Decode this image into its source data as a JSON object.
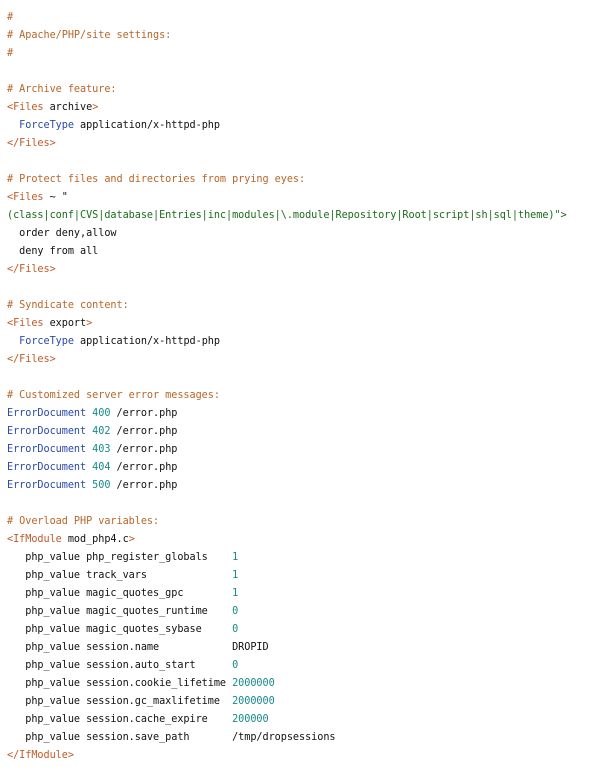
{
  "colors": {
    "comment": "#b8662a",
    "tag": "#c05a28",
    "string": "#1b6b1b",
    "directive": "#2a4aa8",
    "number": "#178a8a",
    "text": "#111111"
  },
  "lines": [
    [
      {
        "t": "#",
        "c": "c"
      }
    ],
    [
      {
        "t": "# Apache/PHP/site settings:",
        "c": "c"
      }
    ],
    [
      {
        "t": "#",
        "c": "c"
      }
    ],
    [],
    [
      {
        "t": "# Archive feature:",
        "c": "c"
      }
    ],
    [
      {
        "t": "<Files",
        "c": "t"
      },
      {
        "t": " archive",
        "c": "p"
      },
      {
        "t": ">",
        "c": "t"
      }
    ],
    [
      {
        "t": "  ",
        "c": "p"
      },
      {
        "t": "ForceType",
        "c": "d"
      },
      {
        "t": " application/x-httpd-php",
        "c": "p"
      }
    ],
    [
      {
        "t": "</Files>",
        "c": "t"
      }
    ],
    [],
    [
      {
        "t": "# Protect files and directories from prying eyes:",
        "c": "c"
      }
    ],
    [
      {
        "t": "<Files",
        "c": "t"
      },
      {
        "t": " ~ \"",
        "c": "p"
      }
    ],
    [
      {
        "t": "(class|conf|CVS|database|Entries|inc|modules|\\.module|Repository|Root|script|sh|sql|theme)\">",
        "c": "s"
      }
    ],
    [
      {
        "t": "  order deny,allow",
        "c": "p"
      }
    ],
    [
      {
        "t": "  deny from all",
        "c": "p"
      }
    ],
    [
      {
        "t": "</Files>",
        "c": "t"
      }
    ],
    [],
    [
      {
        "t": "# Syndicate content:",
        "c": "c"
      }
    ],
    [
      {
        "t": "<Files",
        "c": "t"
      },
      {
        "t": " export",
        "c": "p"
      },
      {
        "t": ">",
        "c": "t"
      }
    ],
    [
      {
        "t": "  ",
        "c": "p"
      },
      {
        "t": "ForceType",
        "c": "d"
      },
      {
        "t": " application/x-httpd-php",
        "c": "p"
      }
    ],
    [
      {
        "t": "</Files>",
        "c": "t"
      }
    ],
    [],
    [
      {
        "t": "# Customized server error messages:",
        "c": "c"
      }
    ],
    [
      {
        "t": "ErrorDocument",
        "c": "d"
      },
      {
        "t": " 400",
        "c": "n"
      },
      {
        "t": " /error.php",
        "c": "p"
      }
    ],
    [
      {
        "t": "ErrorDocument",
        "c": "d"
      },
      {
        "t": " 402",
        "c": "n"
      },
      {
        "t": " /error.php",
        "c": "p"
      }
    ],
    [
      {
        "t": "ErrorDocument",
        "c": "d"
      },
      {
        "t": " 403",
        "c": "n"
      },
      {
        "t": " /error.php",
        "c": "p"
      }
    ],
    [
      {
        "t": "ErrorDocument",
        "c": "d"
      },
      {
        "t": " 404",
        "c": "n"
      },
      {
        "t": " /error.php",
        "c": "p"
      }
    ],
    [
      {
        "t": "ErrorDocument",
        "c": "d"
      },
      {
        "t": " 500",
        "c": "n"
      },
      {
        "t": " /error.php",
        "c": "p"
      }
    ],
    [],
    [
      {
        "t": "# Overload PHP variables:",
        "c": "c"
      }
    ],
    [
      {
        "t": "<IfModule",
        "c": "t"
      },
      {
        "t": " mod_php4.c",
        "c": "p"
      },
      {
        "t": ">",
        "c": "t"
      }
    ],
    [
      {
        "t": "   php_value php_register_globals    ",
        "c": "p"
      },
      {
        "t": "1",
        "c": "n"
      }
    ],
    [
      {
        "t": "   php_value track_vars              ",
        "c": "p"
      },
      {
        "t": "1",
        "c": "n"
      }
    ],
    [
      {
        "t": "   php_value magic_quotes_gpc        ",
        "c": "p"
      },
      {
        "t": "1",
        "c": "n"
      }
    ],
    [
      {
        "t": "   php_value magic_quotes_runtime    ",
        "c": "p"
      },
      {
        "t": "0",
        "c": "n"
      }
    ],
    [
      {
        "t": "   php_value magic_quotes_sybase     ",
        "c": "p"
      },
      {
        "t": "0",
        "c": "n"
      }
    ],
    [
      {
        "t": "   php_value session.name            DROPID",
        "c": "p"
      }
    ],
    [
      {
        "t": "   php_value session.auto_start      ",
        "c": "p"
      },
      {
        "t": "0",
        "c": "n"
      }
    ],
    [
      {
        "t": "   php_value session.cookie_lifetime ",
        "c": "p"
      },
      {
        "t": "2000000",
        "c": "n"
      }
    ],
    [
      {
        "t": "   php_value session.gc_maxlifetime  ",
        "c": "p"
      },
      {
        "t": "2000000",
        "c": "n"
      }
    ],
    [
      {
        "t": "   php_value session.cache_expire    ",
        "c": "p"
      },
      {
        "t": "200000",
        "c": "n"
      }
    ],
    [
      {
        "t": "   php_value session.save_path       /tmp/dropsessions",
        "c": "p"
      }
    ],
    [
      {
        "t": "</IfModule>",
        "c": "t"
      }
    ]
  ]
}
